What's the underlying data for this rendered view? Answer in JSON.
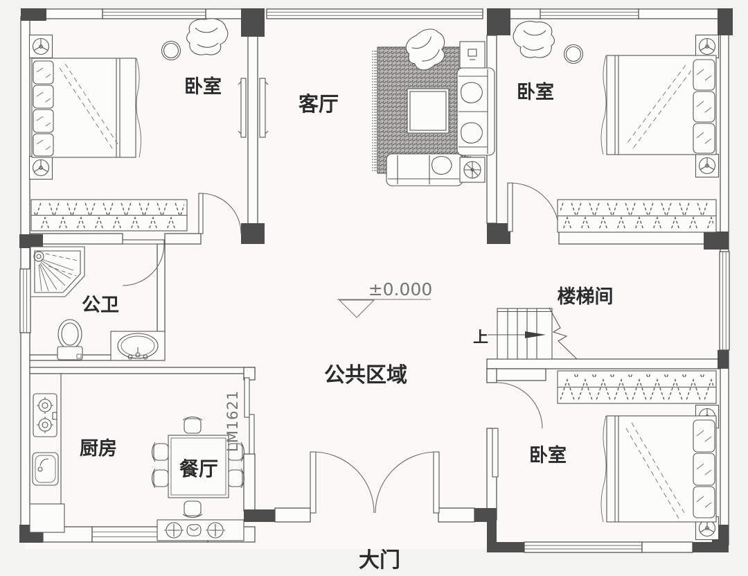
{
  "colors": {
    "background": "#f3f3f1",
    "wall_fill": "#fcfcfa",
    "line": "#4a4a4a",
    "column_fill": "#4d4d4d",
    "label_text": "#2b2b2b",
    "muted_text": "#757575"
  },
  "rooms": {
    "bedroom_top_left": "卧室",
    "living_room": "客厅",
    "bedroom_top_right": "卧室",
    "bathroom": "公卫",
    "kitchen": "厨房",
    "dining": "餐厅",
    "public_area": "公共区域",
    "stairwell": "楼梯间",
    "bedroom_bottom_right": "卧室",
    "entrance": "大门"
  },
  "annotations": {
    "elevation": "±0.000",
    "stairs_up": "上",
    "door_code": "LM1621"
  }
}
